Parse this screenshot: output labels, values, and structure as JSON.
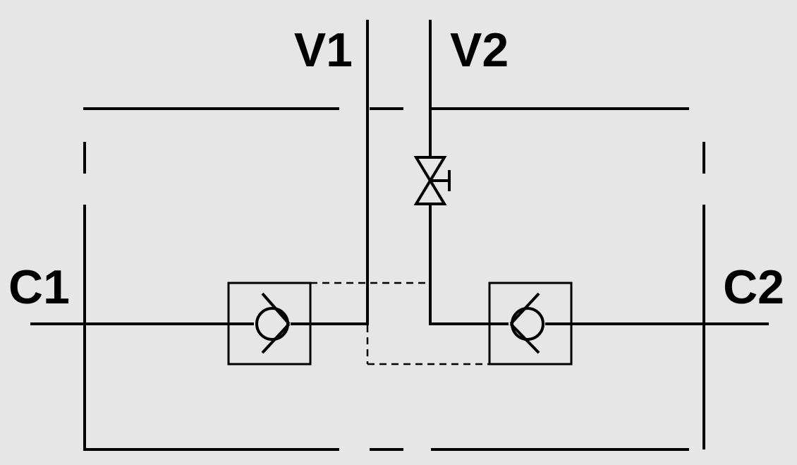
{
  "labels": {
    "v1": "V1",
    "v2": "V2",
    "c1": "C1",
    "c2": "C2"
  },
  "colors": {
    "background": "#e6e6e6",
    "stroke": "#000000"
  }
}
